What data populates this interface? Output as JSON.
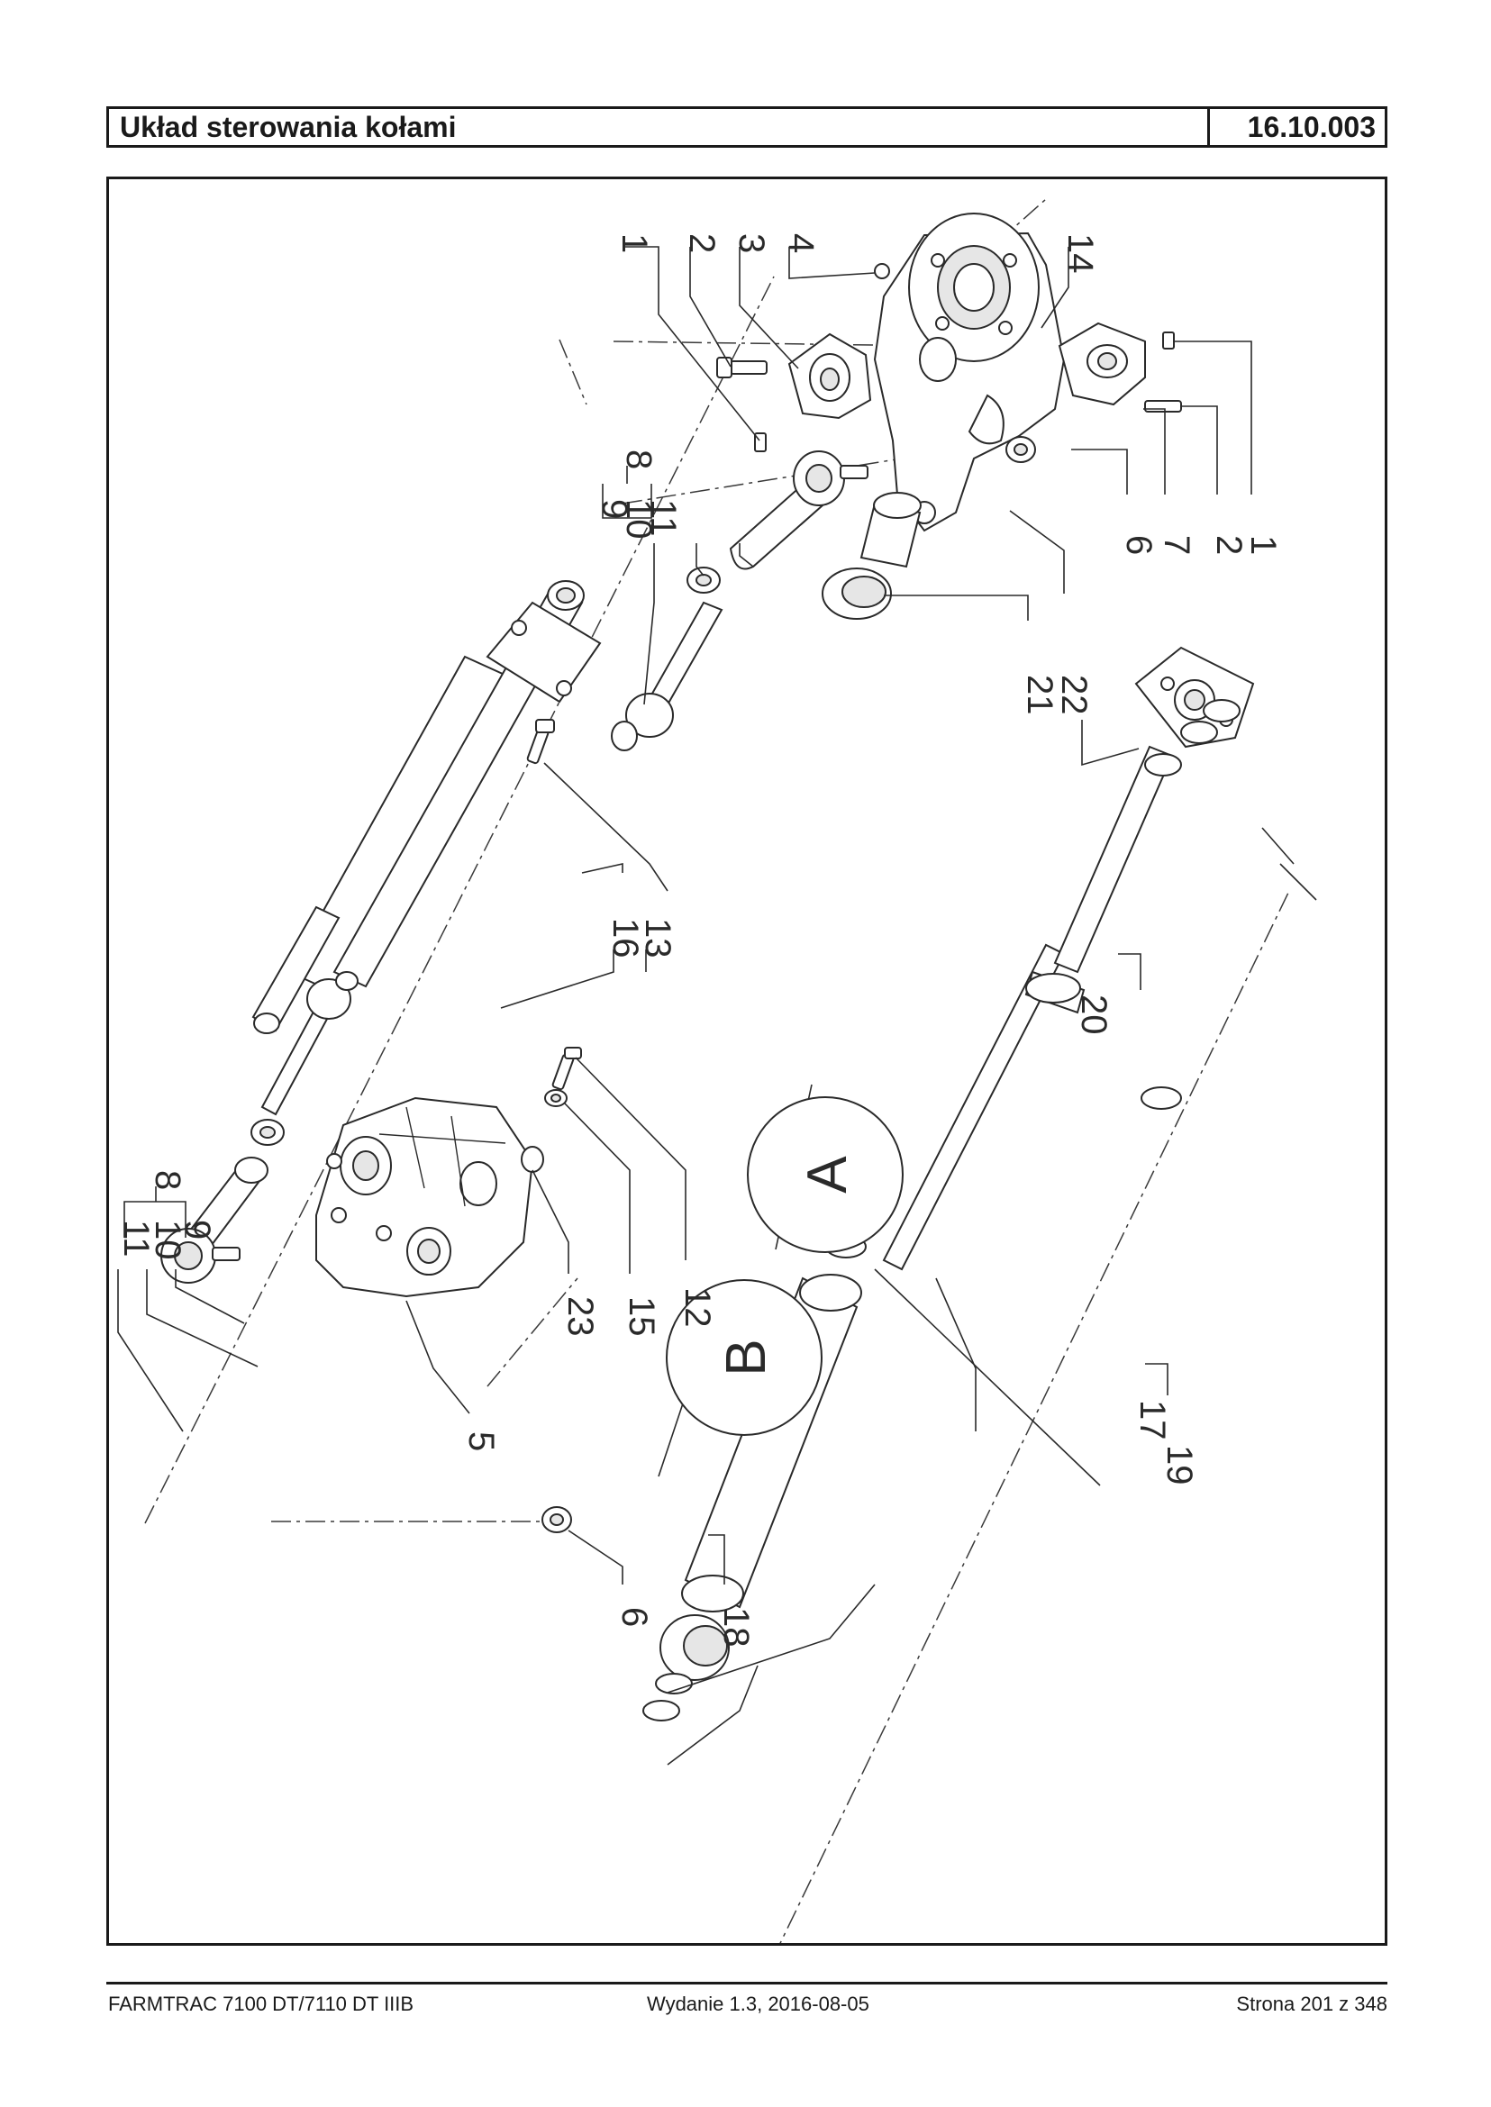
{
  "header": {
    "title": "Układ sterowania kołami",
    "code": "16.10.003"
  },
  "footer": {
    "left": "FARMTRAC 7100 DT/7110 DT IIIB",
    "center": "Wydanie 1.3,  2016-08-05",
    "right": "Strona 201 z 348"
  },
  "diagram": {
    "callouts": {
      "top_left": [
        "1",
        "2",
        "3",
        "4"
      ],
      "knuckle_right": "14",
      "right_group": [
        "6",
        "7",
        "2",
        "1"
      ],
      "tie_rod_right": {
        "top": "8",
        "list": [
          "9",
          "10",
          "11"
        ]
      },
      "bushings": [
        "21",
        "22"
      ],
      "cylinder": "16",
      "bolt": "13",
      "tie_rod_left": {
        "top": "8",
        "list": [
          "11",
          "10",
          "9"
        ]
      },
      "left_parts": [
        "23",
        "15",
        "12"
      ],
      "left_knuckle": "5",
      "left_nut": "6",
      "cover": "20",
      "piston_rod": "17",
      "seal_kit": "19",
      "gland": "18",
      "detail_a": "A",
      "detail_b": "B"
    }
  }
}
